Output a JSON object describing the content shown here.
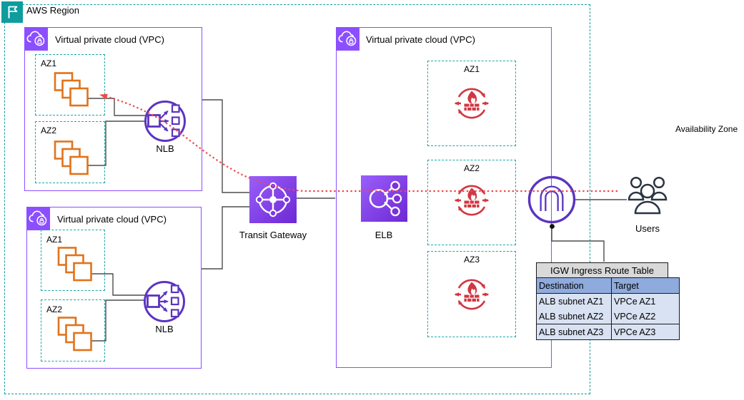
{
  "region": {
    "label": "AWS Region"
  },
  "availability_zone_label": "Availability Zone",
  "vpcs": {
    "vpc1": {
      "label": "Virtual private cloud (VPC)",
      "azs": [
        "AZ1",
        "AZ2"
      ],
      "nlb_label": "NLB"
    },
    "vpc2": {
      "label": "Virtual private cloud (VPC)",
      "azs": [
        "AZ1",
        "AZ2"
      ],
      "nlb_label": "NLB"
    },
    "vpc3": {
      "label": "Virtual private cloud (VPC)",
      "azs": [
        "AZ1",
        "AZ2",
        "AZ3"
      ]
    }
  },
  "nodes": {
    "transit_gateway": {
      "label": "Transit Gateway"
    },
    "elb": {
      "label": "ELB"
    },
    "users": {
      "label": "Users"
    }
  },
  "route_table": {
    "title": "IGW Ingress Route Table",
    "columns": [
      "Destination",
      "Target"
    ],
    "rows": [
      [
        "ALB subnet AZ1",
        "VPCe AZ1"
      ],
      [
        "ALB subnet AZ2",
        "VPCe AZ2"
      ],
      [
        "ALB subnet AZ3",
        "VPCe AZ3"
      ]
    ]
  },
  "icons": {
    "region": "flag-icon",
    "vpc": "cloud-lock-icon",
    "subnet_workload": "stacked-instances-icon",
    "nlb": "network-load-balancer-icon",
    "transit_gateway": "transit-gateway-hub-icon",
    "elb": "elastic-load-balancer-icon",
    "network_firewall": "firewall-flame-icon",
    "internet_gateway": "gateway-arch-icon",
    "users": "people-group-icon"
  },
  "colors": {
    "region_teal": "#0E9C9E",
    "az_teal": "#1BA7A9",
    "vpc_purple": "#8C4FFF",
    "node_purple": "#5B34C0",
    "grad_light": "#9A5FFB",
    "grad_dark": "#6D28D4",
    "firewall_red": "#D23642",
    "instance_orange": "#E0731C",
    "users_dark": "#2A3442",
    "flow_red": "#F14949",
    "connector_gray": "#4D4D4D",
    "table_title_bg": "#D9D9D9",
    "table_header_bg": "#8FAADC",
    "table_row_bg": "#D9E2F3"
  }
}
